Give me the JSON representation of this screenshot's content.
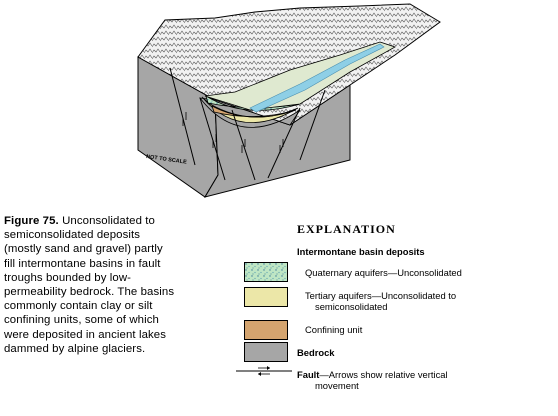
{
  "figure": {
    "not_to_scale": "NOT TO SCALE",
    "caption_label": "Figure 75.",
    "caption_lines": [
      " Unconsolidated to",
      "semiconsolidated deposits",
      "(mostly sand and gravel) partly",
      "fill intermontane basins in fault",
      "troughs bounded by low-",
      "permeability bedrock. The basins",
      "commonly contain clay or silt",
      "confining units, some of which",
      "were deposited in ancient lakes",
      "dammed by alpine glaciers."
    ]
  },
  "explanation": {
    "title": "EXPLANATION",
    "subtitle": "Intermontane basin deposits",
    "items": [
      {
        "label": "Quaternary aquifers—Unconsolidated",
        "color": "#bfe6c4",
        "pattern": "speckle"
      },
      {
        "label_line1": "Tertiary aquifers—Unconsolidated to",
        "label_line2": "semiconsolidated",
        "color": "#ece7a8"
      },
      {
        "label": "Confining unit",
        "color": "#d4a46f"
      },
      {
        "label": "Bedrock",
        "color": "#a6a6a6"
      }
    ],
    "fault": {
      "name": "Fault",
      "desc_line1": "—Arrows show relative vertical",
      "desc_line2": "movement"
    }
  },
  "colors": {
    "bedrock": "#a6a6a6",
    "bedrock_top": "#d9d9d9",
    "mountain": "#efefef",
    "river": "#8ecfe6",
    "quaternary": "#bfe6c4",
    "tertiary": "#ece7a8",
    "confining": "#d4a46f"
  }
}
